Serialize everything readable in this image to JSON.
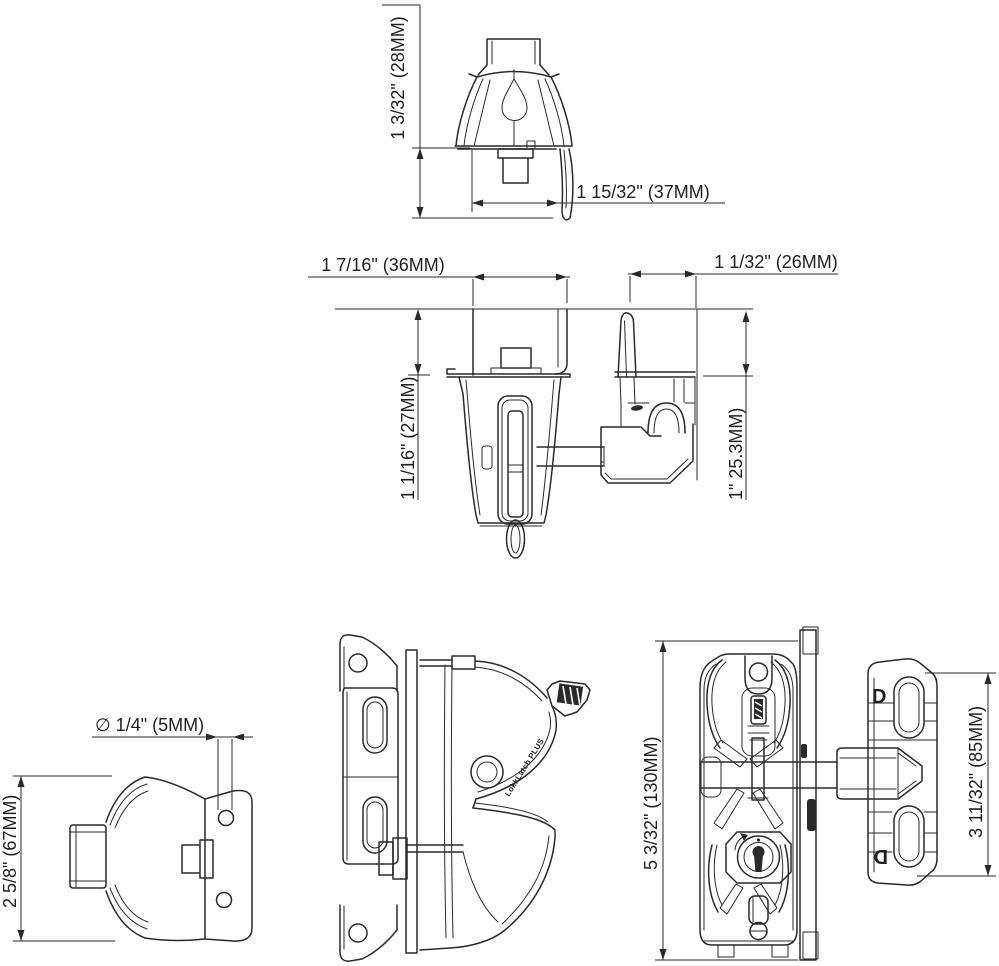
{
  "colors": {
    "line": "#2a2a2a",
    "background": "#ffffff"
  },
  "views": {
    "knob_top": {
      "dim_height": "1 3/32\" (28MM)",
      "dim_width": "1 15/32\" (37MM)"
    },
    "assembly_top": {
      "dim_bracket_width": "1 7/16\" (36MM)",
      "dim_keeper_width": "1 1/32\" (26MM)",
      "dim_latch_depth": "1 1/16\" (27MM)",
      "dim_keeper_depth": "1\" 25.3MM)"
    },
    "knob_front": {
      "dim_hole_diameter": "∅ 1/4\" (5MM)",
      "dim_height": "2 5/8\" (67MM)"
    },
    "body_side": {
      "brand": "LokkLatch PLUS"
    },
    "latch_front": {
      "dim_height": "5 3/32\" (130MM)",
      "dim_striker_height": "3 11/32\" (85MM)",
      "striker_logo_top": "D",
      "striker_logo_bottom": "D"
    }
  }
}
